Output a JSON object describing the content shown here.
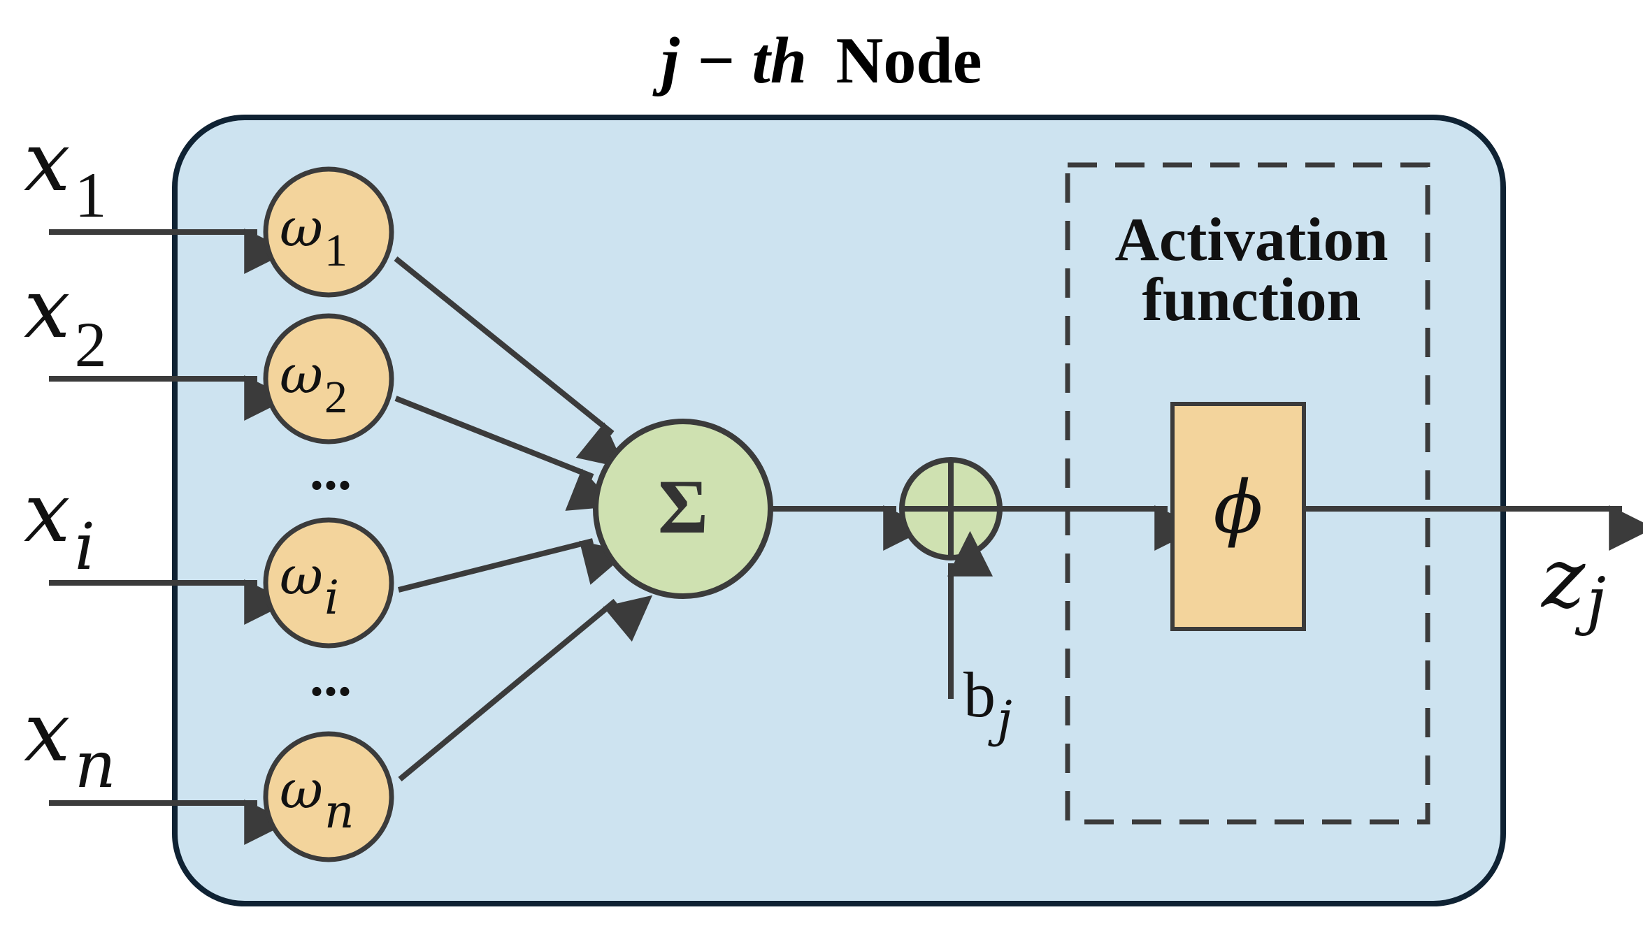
{
  "title": {
    "prefix": "j − th",
    "suffix": "Node"
  },
  "inputs": [
    {
      "base": "x",
      "sub": "1"
    },
    {
      "base": "x",
      "sub": "2"
    },
    {
      "base": "x",
      "sub": "i"
    },
    {
      "base": "x",
      "sub": "n"
    }
  ],
  "weights": [
    {
      "base": "ω",
      "sub": "1"
    },
    {
      "base": "ω",
      "sub": "2"
    },
    {
      "base": "ω",
      "sub": "i"
    },
    {
      "base": "ω",
      "sub": "n"
    }
  ],
  "ellipsis": [
    "...",
    "..."
  ],
  "sum_symbol": "Σ",
  "bias": {
    "base": "b",
    "sub": "j"
  },
  "activation": {
    "line1": "Activation",
    "line2": "function",
    "symbol": "ϕ"
  },
  "output": {
    "base": "z",
    "sub": "j"
  },
  "colors": {
    "node_fill": "#cde3f0",
    "node_stroke": "#0f2233",
    "weight_fill": "#f3d49c",
    "sum_fill": "#cfe1b1",
    "activation_fill": "#f3d49c",
    "arrow": "#3b3b3b"
  }
}
